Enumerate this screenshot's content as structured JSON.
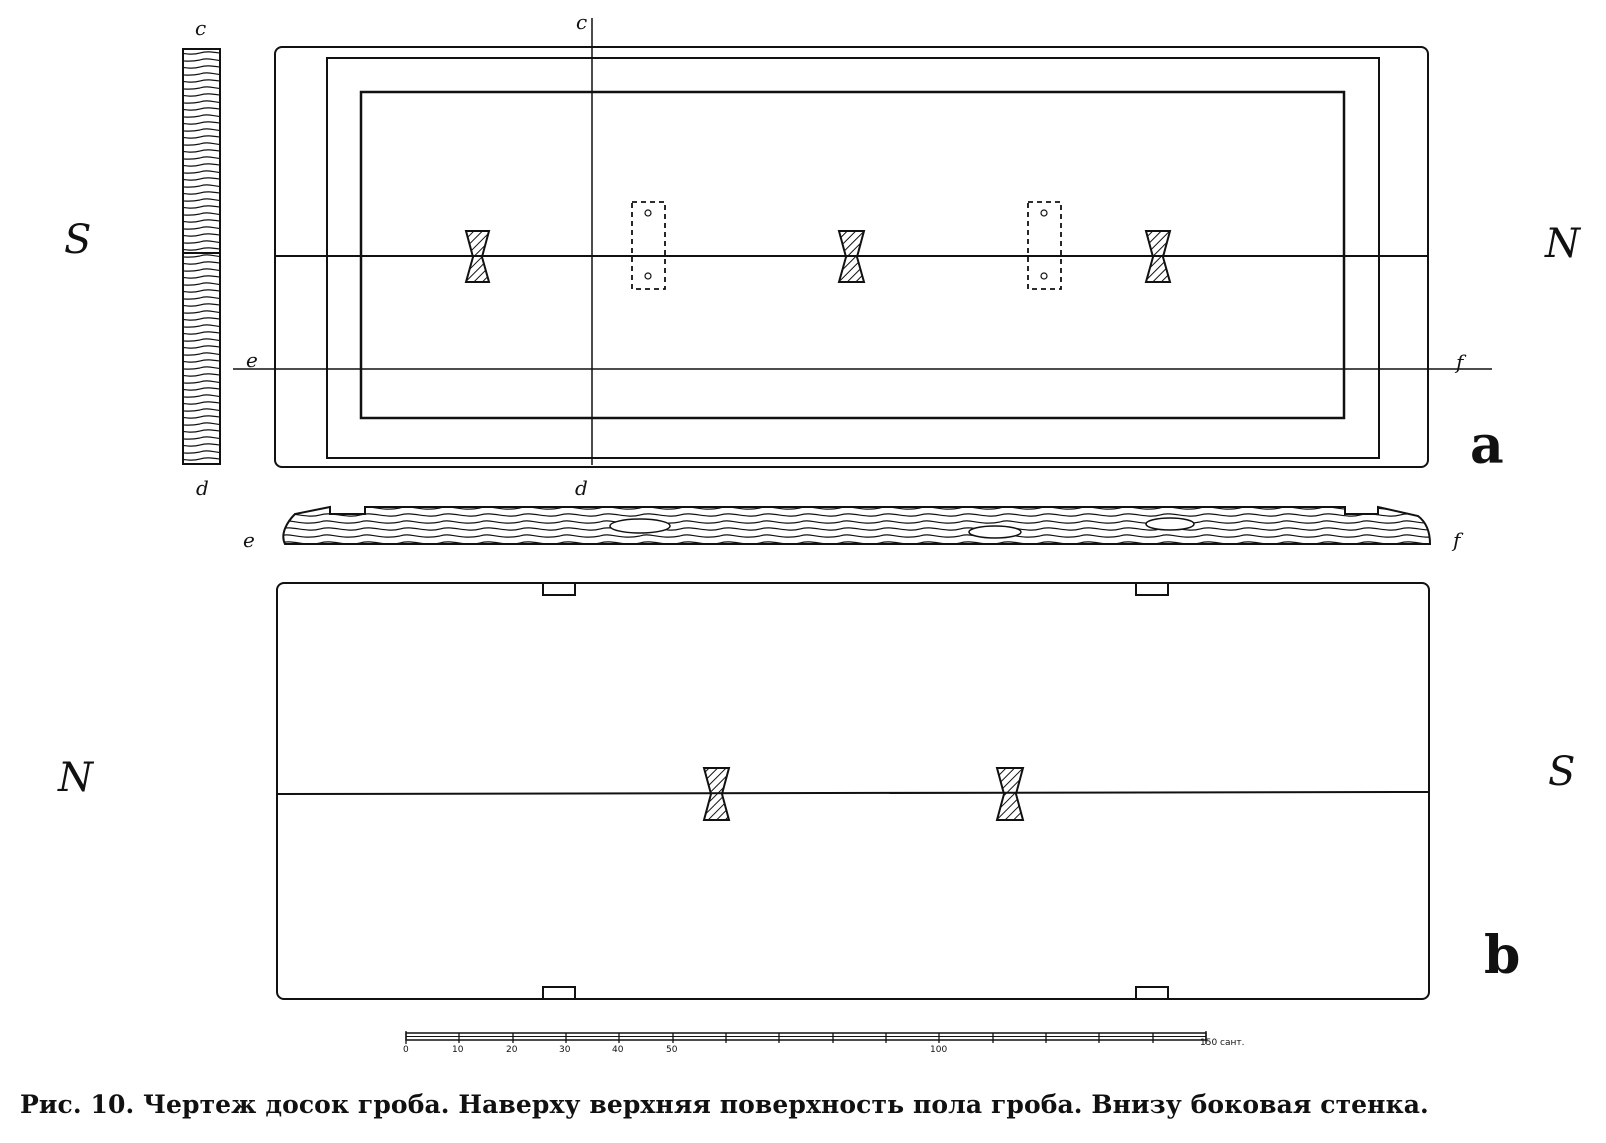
{
  "labels": {
    "c_top_left": "c",
    "c_top_mid": "c",
    "d_bottom_left": "d",
    "d_bottom_mid": "d",
    "e_left": "e",
    "f_right": "f",
    "e_profile": "e",
    "f_profile": "f",
    "south_top": "S",
    "north_top": "N",
    "north_bottom": "N",
    "south_bottom": "S",
    "panel_a": "a",
    "panel_b": "b"
  },
  "scale": {
    "ticks": [
      "0",
      "10",
      "20",
      "30",
      "40",
      "50",
      "100"
    ],
    "end_label": "150 сант."
  },
  "caption": "Рис. 10. Чертеж досок гроба. Наверху верхняя поверхность пола гроба. Внизу боковая стенка."
}
